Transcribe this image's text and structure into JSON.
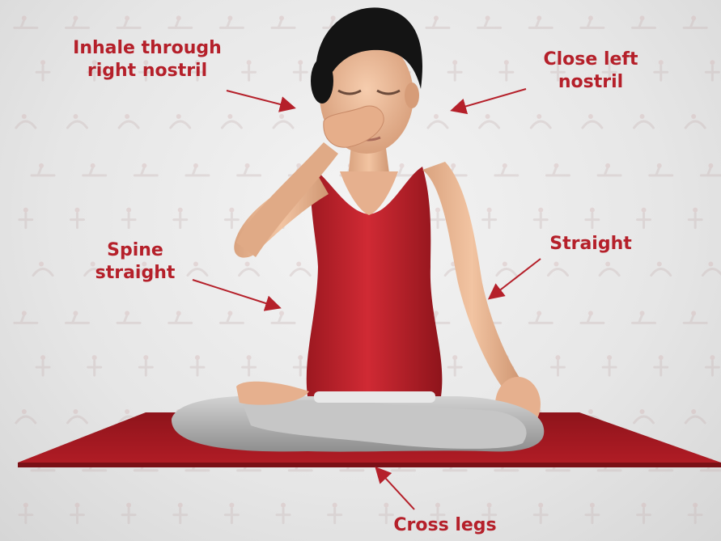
{
  "annotations": {
    "inhale": {
      "line1": "Inhale through",
      "line2": "right nostril"
    },
    "close_left": {
      "line1": "Close left",
      "line2": "nostril"
    },
    "spine": {
      "line1": "Spine",
      "line2": "straight"
    },
    "straight_arm": {
      "line1": "Straight"
    },
    "cross_legs": {
      "line1": "Cross legs"
    }
  },
  "colors": {
    "accent": "#b5202a",
    "mat": "#a01820",
    "top": "#c0202a",
    "skin": "#e8b896",
    "pants": "#b8b8b8",
    "hair": "#151515"
  }
}
